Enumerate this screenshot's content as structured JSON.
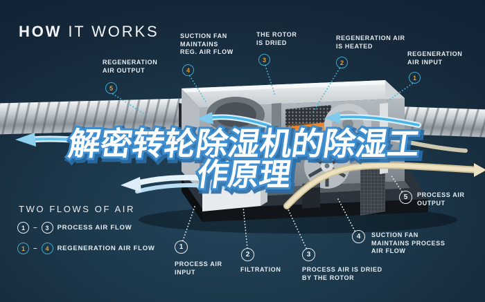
{
  "title": {
    "bold": "HOW",
    "rest": " IT WORKS"
  },
  "colors": {
    "background": "#16293a",
    "accent_teal": "#3fa9c9",
    "accent_gold": "#dba43e",
    "overlay_text_stroke": "#3e8ed0",
    "heater_orange": "#e8852f",
    "process_white": "#e9eef2"
  },
  "overlay_text": {
    "line1": "解密转轮除湿机的除湿工",
    "line2": "作原理"
  },
  "top_labels": [
    {
      "num": "5",
      "text": "REGENERATION\nAIR OUTPUT"
    },
    {
      "num": "4",
      "text": "SUCTION FAN\nMAINTAINS\nREG. AIR FLOW"
    },
    {
      "num": "3",
      "text": "THE ROTOR\nIS DRIED"
    },
    {
      "num": "2",
      "text": "REGENERATION AIR\nIS HEATED"
    },
    {
      "num": "1",
      "text": "REGENERATION\nAIR INPUT"
    }
  ],
  "bottom_labels": [
    {
      "num": "1",
      "text": "PROCESS AIR\nINPUT"
    },
    {
      "num": "2",
      "text": "FILTRATION"
    },
    {
      "num": "3",
      "text": "PROCESS AIR IS DRIED\nBY THE ROTOR"
    },
    {
      "num": "4",
      "text": "SUCTION FAN\nMAINTAINS PROCESS\nAIR FLOW"
    },
    {
      "num": "5",
      "text": "PROCESS AIR\nOUTPUT"
    }
  ],
  "legend": {
    "heading": "TWO FLOWS OF AIR",
    "separator": "–",
    "rows": [
      {
        "from": "1",
        "to": "3",
        "label": "PROCESS AIR FLOW",
        "style": "proc"
      },
      {
        "from": "1",
        "to": "4",
        "label": "REGENERATION AIR FLOW",
        "style": "regen"
      }
    ]
  }
}
